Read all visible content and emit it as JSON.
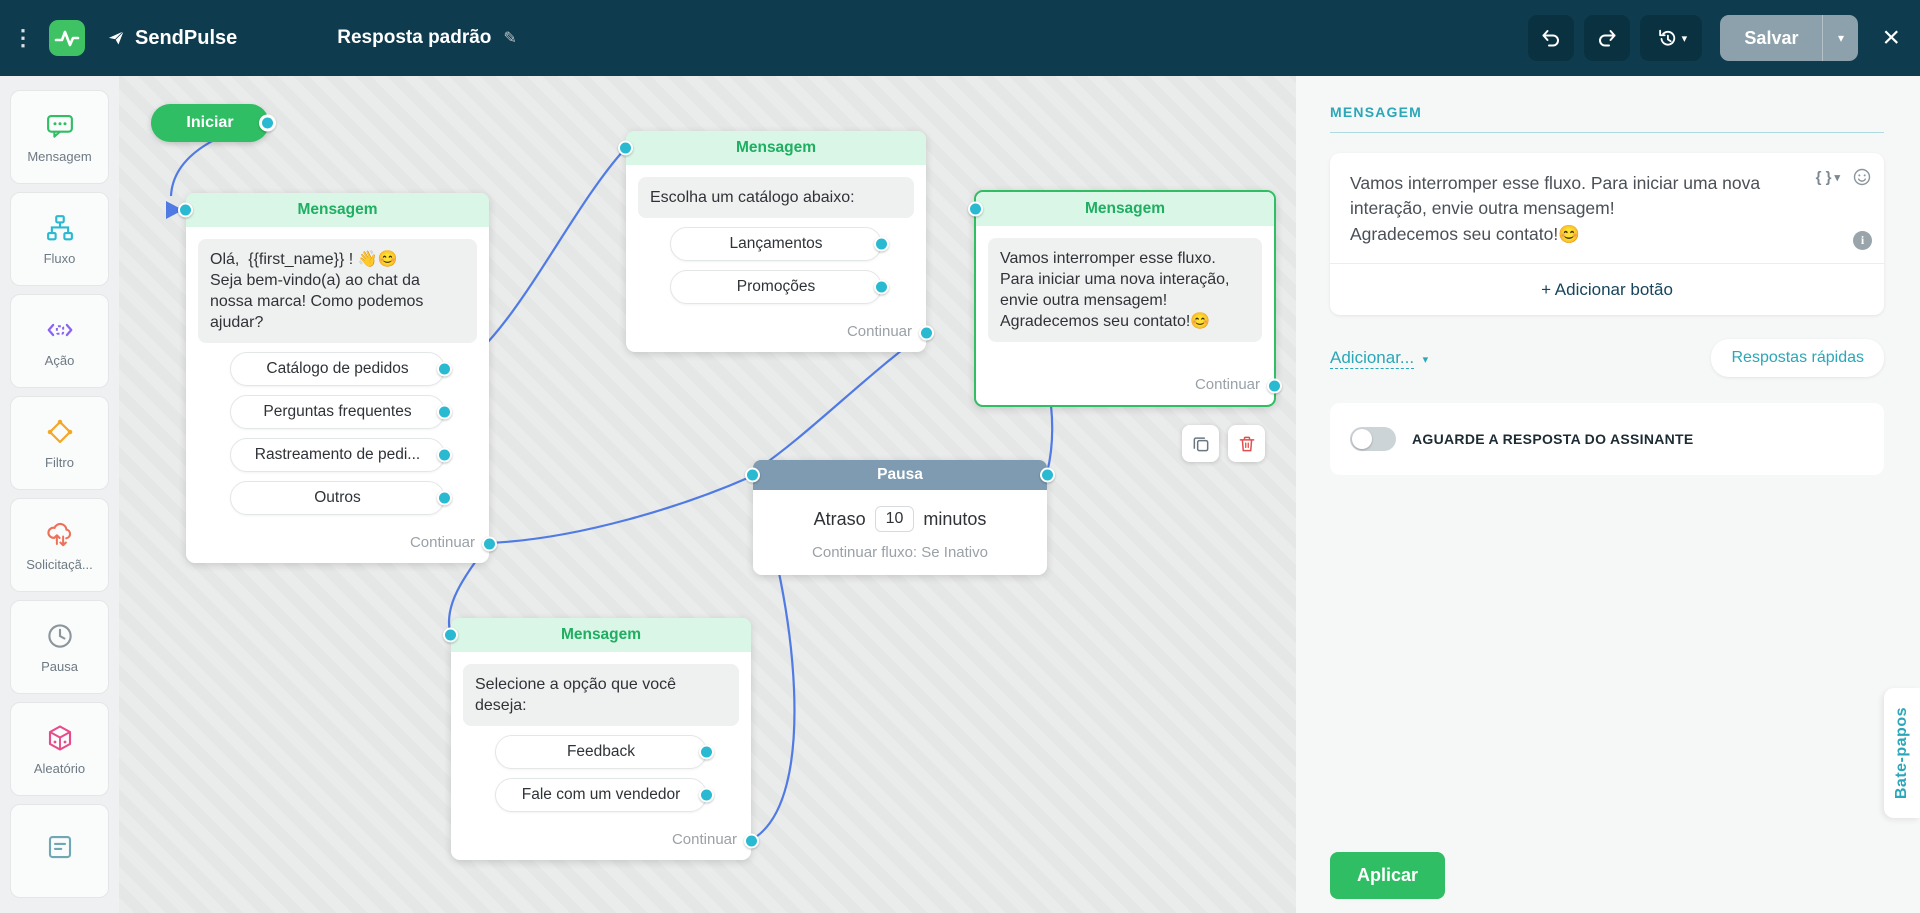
{
  "topbar": {
    "brand": "SendPulse",
    "title": "Resposta padrão",
    "save_label": "Salvar",
    "icons": [
      "vertical-dots-icon",
      "sendpulse-logo",
      "paper-plane-icon",
      "edit-pencil-icon",
      "undo-icon",
      "redo-icon",
      "history-icon",
      "close-icon"
    ]
  },
  "sidebar": {
    "items": [
      {
        "label": "Mensagem",
        "icon": "chat-bubble-icon",
        "color": "#2fbe63"
      },
      {
        "label": "Fluxo",
        "icon": "flow-sitemap-icon",
        "color": "#29b9d0"
      },
      {
        "label": "Ação",
        "icon": "action-brackets-icon",
        "color": "#8a63f4"
      },
      {
        "label": "Filtro",
        "icon": "filter-diamond-icon",
        "color": "#f5a623"
      },
      {
        "label": "Solicitaçã...",
        "icon": "api-cloud-icon",
        "color": "#ef7058"
      },
      {
        "label": "Pausa",
        "icon": "clock-icon",
        "color": "#8b959c"
      },
      {
        "label": "Aleatório",
        "icon": "dice-cube-icon",
        "color": "#e84a8a"
      },
      {
        "label": "",
        "icon": "note-icon",
        "color": "#6fa7b5"
      }
    ]
  },
  "canvas": {
    "start_label": "Iniciar",
    "nodes": [
      {
        "title": "Mensagem",
        "body": "Olá,  {{first_name}} ! 👋😊\nSeja bem-vindo(a) ao chat da nossa marca! Como podemos ajudar?",
        "buttons": [
          "Catálogo de pedidos",
          "Perguntas frequentes",
          "Rastreamento de pedi...",
          "Outros"
        ],
        "footer": "Continuar"
      },
      {
        "title": "Mensagem",
        "body": "Escolha um catálogo abaixo:",
        "buttons": [
          "Lançamentos",
          "Promoções"
        ],
        "footer": "Continuar"
      },
      {
        "title": "Mensagem",
        "body": "Vamos interromper esse fluxo. Para iniciar uma nova interação, envie outra mensagem! Agradecemos seu contato!😊",
        "buttons": [],
        "footer": "Continuar"
      },
      {
        "title": "Mensagem",
        "body": "Selecione a opção que você deseja:",
        "buttons": [
          "Feedback",
          "Fale com um vendedor"
        ],
        "footer": "Continuar"
      }
    ],
    "pause": {
      "title": "Pausa",
      "delay_label": "Atraso",
      "delay_value": "10",
      "delay_unit": "minutos",
      "footer": "Continuar fluxo: Se Inativo"
    }
  },
  "panel": {
    "heading": "MENSAGEM",
    "editor_text": "Vamos interromper esse fluxo. Para iniciar uma nova interação, envie outra mensagem!\nAgradecemos seu contato!😊",
    "add_button_label": "+ Adicionar botão",
    "add_more_label": "Adicionar...",
    "quick_replies_label": "Respostas rápidas",
    "wait_toggle_label": "AGUARDE A RESPOSTA DO ASSINANTE",
    "apply_label": "Aplicar",
    "side_tab_label": "Bate-papos"
  },
  "colors": {
    "topbar_bg": "#0e3b4d",
    "accent_green": "#2fbe63",
    "accent_teal": "#29b9d0",
    "edge_blue": "#3f6fe3",
    "pause_header": "#7e9bb1"
  }
}
